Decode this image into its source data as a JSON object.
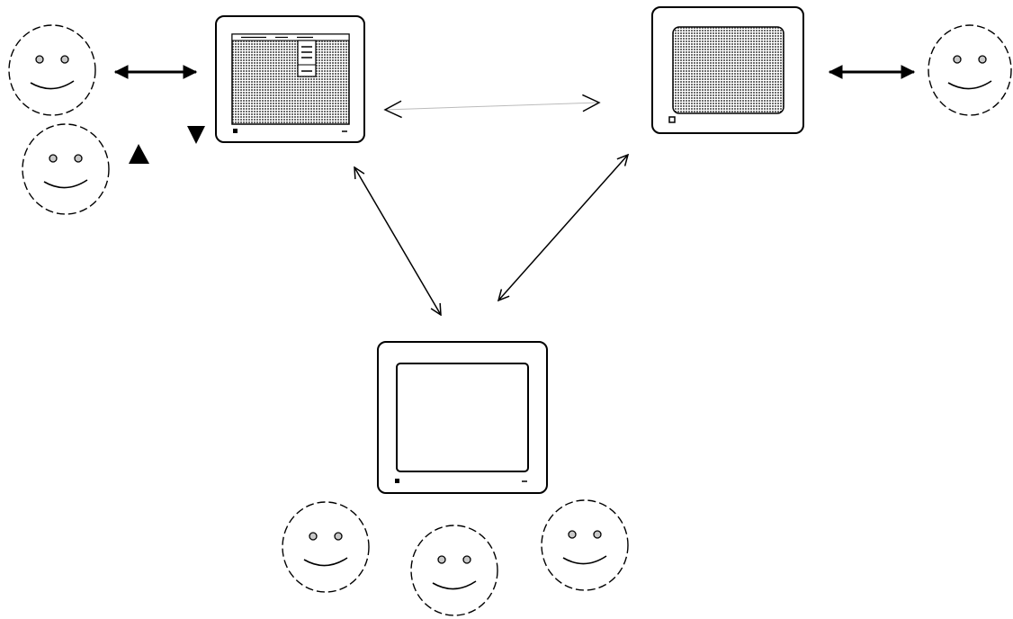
{
  "diagram": {
    "computers": [
      {
        "id": "computer-top-left",
        "screen": "checkered",
        "shows_menu": true
      },
      {
        "id": "computer-top-right",
        "screen": "checkered",
        "shows_menu": false
      },
      {
        "id": "computer-bottom",
        "screen": "blank",
        "shows_menu": false
      }
    ],
    "users": [
      {
        "id": "user-top-left",
        "near": "computer-top-left"
      },
      {
        "id": "user-left-waiting",
        "near": "computer-top-left"
      },
      {
        "id": "user-top-right",
        "near": "computer-top-right"
      },
      {
        "id": "user-bottom-left",
        "near": "computer-bottom"
      },
      {
        "id": "user-bottom-center",
        "near": "computer-bottom"
      },
      {
        "id": "user-bottom-right",
        "near": "computer-bottom"
      }
    ],
    "connections": [
      {
        "from": "user-top-left",
        "to": "computer-top-left",
        "style": "bold-double-arrow"
      },
      {
        "from": "computer-top-right",
        "to": "user-top-right",
        "style": "bold-double-arrow"
      },
      {
        "from": "computer-top-left",
        "to": "computer-top-right",
        "style": "faint-double-arrow"
      },
      {
        "from": "computer-top-left",
        "to": "computer-bottom",
        "style": "thin-double-arrow"
      },
      {
        "from": "computer-top-right",
        "to": "computer-bottom",
        "style": "thin-double-arrow"
      }
    ],
    "colors": {
      "stroke": "#000000",
      "screen_pattern": "#7a7a7a",
      "background": "#ffffff",
      "faint_line": "#bbbbbb"
    }
  }
}
